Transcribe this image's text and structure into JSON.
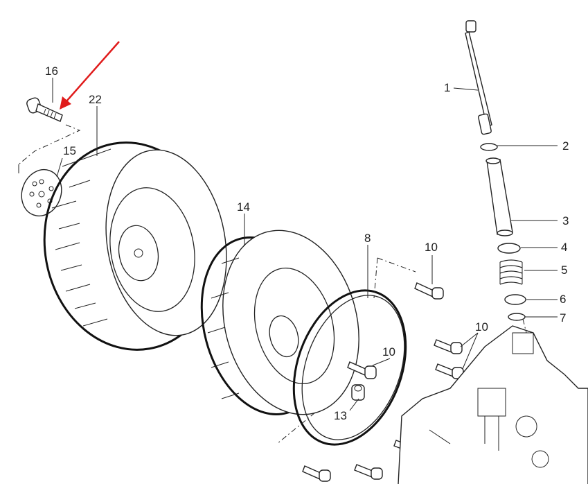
{
  "diagram": {
    "callouts": {
      "p16": "16",
      "p22": "22",
      "p15": "15",
      "p14": "14",
      "p8": "8",
      "p10a": "10",
      "p10b": "10",
      "p10c": "10",
      "p13": "13",
      "p1": "1",
      "p2": "2",
      "p3": "3",
      "p4": "4",
      "p5": "5",
      "p6": "6",
      "p7": "7"
    },
    "highlight_arrow_color": "#e01b1b"
  }
}
